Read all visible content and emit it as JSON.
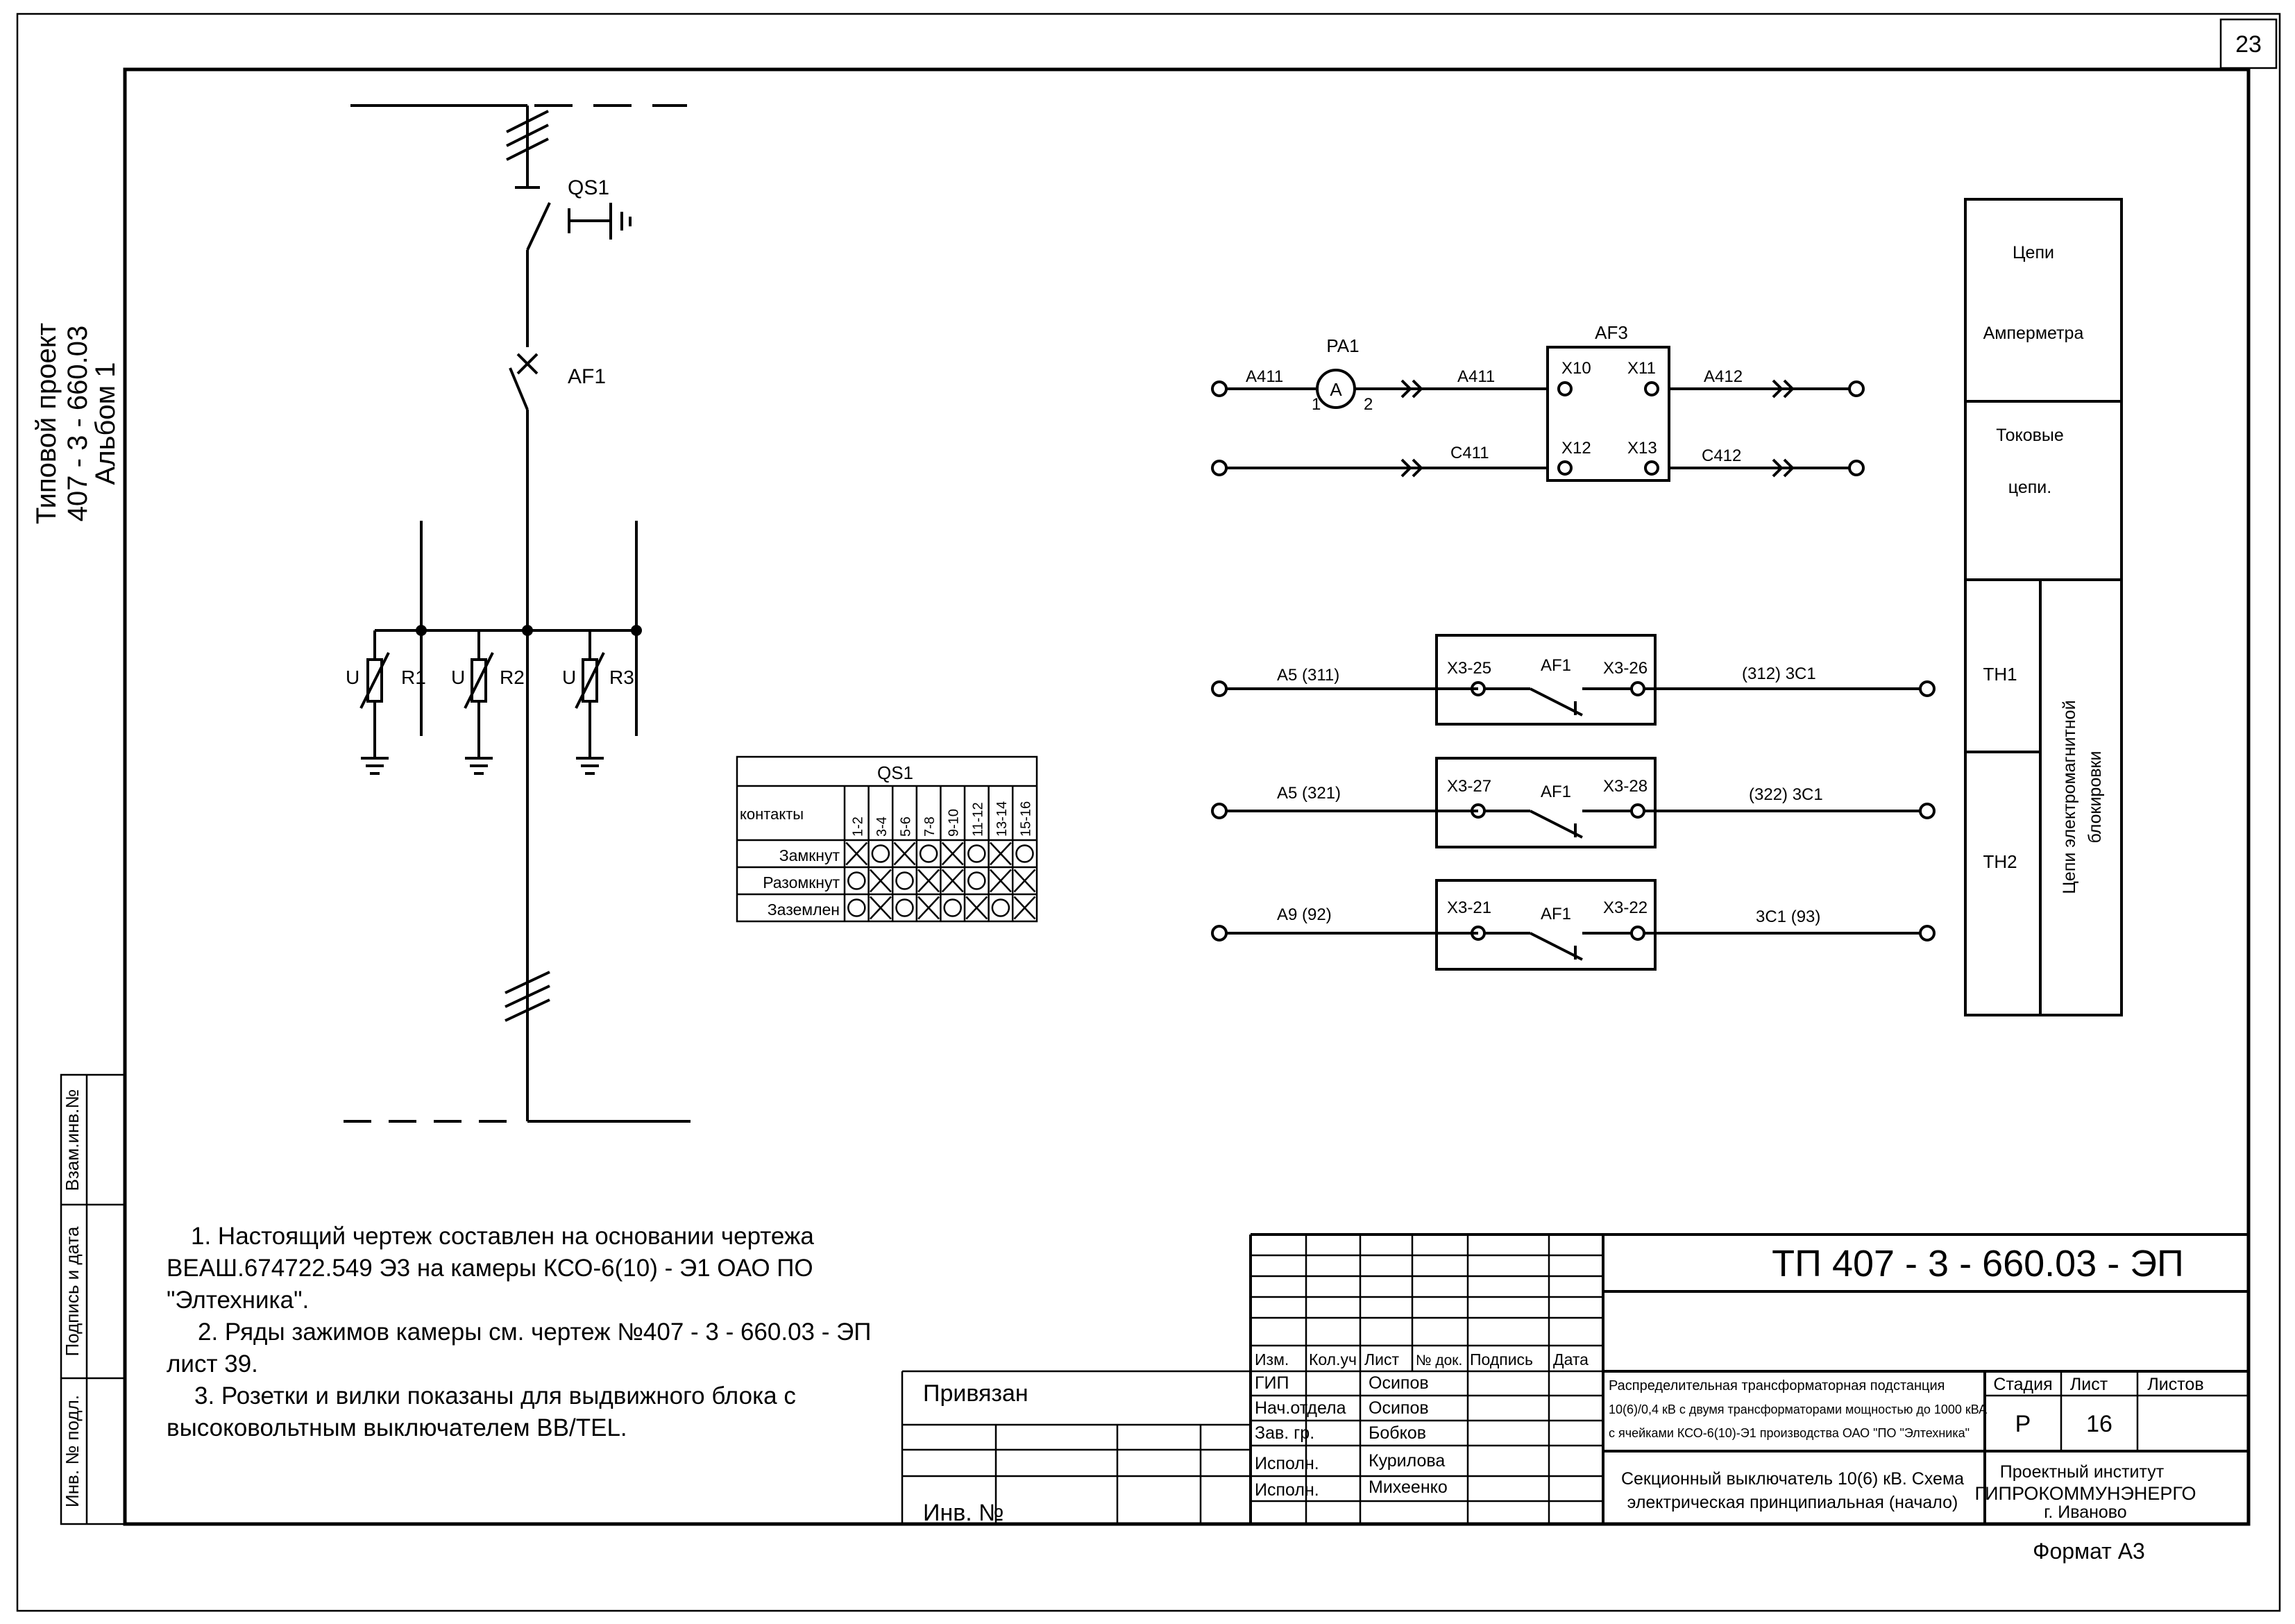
{
  "sheet": {
    "page_number": "23",
    "format": "Формат А3",
    "side_stamp": [
      "Типовой проект",
      "407 - 3 - 660.03",
      "Альбом   1"
    ],
    "left_columns": [
      "Взам.инв.№",
      "Подпись и дата",
      "Инв. № подл."
    ]
  },
  "schematic": {
    "qs1": "QS1",
    "af1": "AF1",
    "surge": [
      {
        "u": "U",
        "r": "R1"
      },
      {
        "u": "U",
        "r": "R2"
      },
      {
        "u": "U",
        "r": "R3"
      }
    ]
  },
  "qs1_table": {
    "title": "QS1",
    "header": "контакты",
    "columns": [
      "1-2",
      "3-4",
      "5-6",
      "7-8",
      "9-10",
      "11-12",
      "13-14",
      "15-16"
    ],
    "rows": [
      {
        "label": "Замкнут",
        "cells": [
          "X",
          "O",
          "X",
          "O",
          "X",
          "O",
          "X",
          "O"
        ]
      },
      {
        "label": "Разомкнут",
        "cells": [
          "O",
          "X",
          "O",
          "X",
          "X",
          "O",
          "X",
          "X"
        ]
      },
      {
        "label": "Заземлен",
        "cells": [
          "O",
          "X",
          "O",
          "X",
          "O",
          "X",
          "O",
          "X"
        ]
      }
    ]
  },
  "ammeter": {
    "pa1": "PA1",
    "a_symbol": "A",
    "pin1": "1",
    "pin2": "2",
    "af3": "AF3",
    "top_wires": [
      "A411",
      "A411",
      "A412"
    ],
    "bottom_wires": [
      "C411",
      "C412"
    ],
    "terminals": [
      "X10",
      "X11",
      "X12",
      "X13"
    ]
  },
  "blocking": [
    {
      "left": "A5 (311)",
      "t1": "X3-25",
      "relay": "AF1",
      "t2": "X3-26",
      "right": "(312) 3C1"
    },
    {
      "left": "A5 (321)",
      "t1": "X3-27",
      "relay": "AF1",
      "t2": "X3-28",
      "right": "(322) 3C1"
    },
    {
      "left": "A9 (92)",
      "t1": "X3-21",
      "relay": "AF1",
      "t2": "X3-22",
      "right": "3C1 (93)"
    }
  ],
  "legend": {
    "c1": "Цепи",
    "c2": "Амперметра",
    "t1": "Токовые",
    "t2": "цепи.",
    "th1": "TH1",
    "th2": "TH2",
    "block1": "Цепи электромагнитной",
    "block2": "блокировки"
  },
  "notes": [
    "1. Настоящий чертеж составлен на основании чертежа",
    "ВЕАШ.674722.549  Э3 на камеры КСО-6(10) - Э1  ОАО  ПО",
    "\"Элтехника\".",
    "2. Ряды зажимов камеры см. чертеж №407 - 3 - 660.03 - ЭП",
    "лист 39.",
    "3. Розетки и вилки показаны для выдвижного блока с",
    "высоковольтным выключателем ВВ/TEL."
  ],
  "title_block": {
    "privyazan": "Привязан",
    "inv": "Инв. №",
    "doc_code": "ТП  407 - 3 - 660.03 - ЭП",
    "headers": [
      "Изм.",
      "Кол.уч",
      "Лист",
      "№ док.",
      "Подпись",
      "Дата"
    ],
    "roles": [
      "ГИП",
      "Нач.отдела",
      "Зав. гр.",
      "Исполн.",
      "Исполн."
    ],
    "names": [
      "Осипов",
      "Осипов",
      "Бобков",
      "Курилова",
      "Михеенко"
    ],
    "object_lines": [
      "Распределительная трансформаторная подстанция",
      "10(6)/0,4 кВ с двумя трансформаторами мощностью  до 1000 кВА",
      "с ячейками КСО-6(10)-Э1 производства ОАО \"ПО \"Элтехника\""
    ],
    "sheet_title_lines": [
      "Секционный выключатель 10(6) кВ. Схема",
      "электрическая принципиальная (начало)"
    ],
    "stage_label": "Стадия",
    "sheet_label": "Лист",
    "sheets_label": "Листов",
    "stage": "Р",
    "sheet": "16",
    "institute_lines": [
      "Проектный институт",
      "ГИПРОКОММУНЭНЕРГО",
      "г. Иваново"
    ]
  }
}
